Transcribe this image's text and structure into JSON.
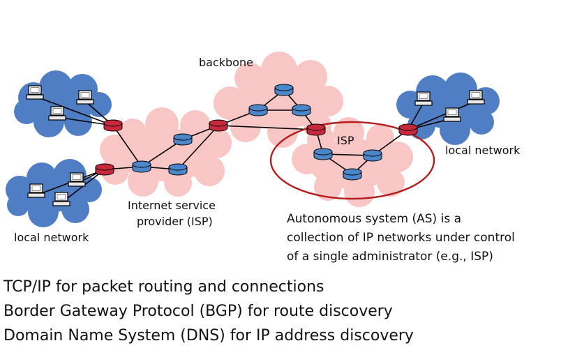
{
  "labels": {
    "backbone": "backbone",
    "isp_inner": "ISP",
    "local_network_right": "local network",
    "local_network_left": "local network",
    "isp_caption_line1": "Internet service",
    "isp_caption_line2": "provider (ISP)",
    "as_line1": "Autonomous system (AS) is a",
    "as_line2": "collection of IP networks under control",
    "as_line3": "of a single administrator (e.g., ISP)"
  },
  "bullets": [
    "TCP/IP for packet routing and connections",
    "Border Gateway Protocol (BGP) for route discovery",
    "Domain Name System (DNS) for IP address discovery"
  ],
  "colors": {
    "local_cloud": "#4f7ec4",
    "isp_cloud": "#f9c6c6",
    "border_router": "#c8283c",
    "internal_router": "#4a86c8",
    "as_ellipse": "#b51c1c",
    "link": "#000000"
  }
}
